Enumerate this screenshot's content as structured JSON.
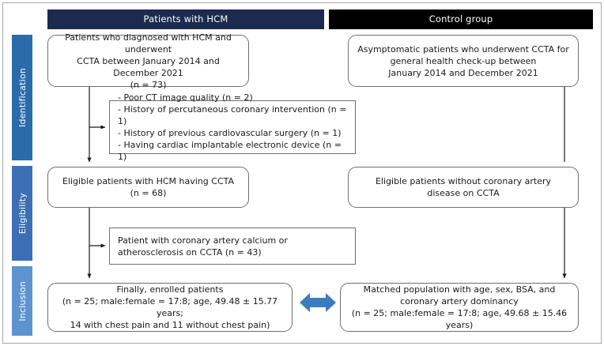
{
  "figure": {
    "type": "study-flowchart",
    "title_bars": {
      "left": {
        "label": "Patients with HCM",
        "color": "#1b2a4e"
      },
      "right": {
        "label": "Control group",
        "color": "#000000"
      }
    },
    "stages": [
      {
        "label": "Identification",
        "color": "#2a6cab"
      },
      {
        "label": "Eligibility",
        "color": "#3c6fb5"
      },
      {
        "label": "Inclusion",
        "color": "#5d93cf"
      }
    ],
    "boxes": {
      "hcm_identification": {
        "line1": "Patients who diagnosed with HCM and underwent",
        "line2": "CCTA between January 2014 and December 2021",
        "line3": "(n = 73)"
      },
      "control_identification": {
        "line1": "Asymptomatic patients who underwent CCTA for",
        "line2": "general health check-up between",
        "line3": "January 2014 and December 2021"
      },
      "exclusion_1": {
        "items": [
          "- Poor CT image quality (n = 2)",
          "- History of percutaneous coronary intervention (n = 1)",
          "- History of previous cardiovascular surgery (n = 1)",
          "- Having cardiac implantable electronic device (n = 1)"
        ]
      },
      "hcm_eligible": {
        "line1": "Eligible patients with HCM having CCTA",
        "line2": "(n = 68)"
      },
      "control_eligible": {
        "line1": "Eligible patients without coronary artery",
        "line2": "disease on CCTA"
      },
      "exclusion_2": {
        "line1": "Patient with coronary artery calcium or",
        "line2": "atherosclerosis on CCTA (n = 43)"
      },
      "hcm_final": {
        "line1": "Finally, enrolled patients",
        "line2": "(n = 25; male:female = 17:8; age, 49.48 ± 15.77 years;",
        "line3": "14 with chest pain and 11 without chest pain)"
      },
      "control_final": {
        "line1": "Matched population with age, sex, BSA, and",
        "line2": "coronary artery dominancy",
        "line3": "(n = 25; male:female = 17:8; age, 49.68 ± 15.46 years)"
      }
    },
    "connectors": {
      "comparison_arrow_color": "#3b7cbf",
      "flow_line_color": "#1a1a1a"
    }
  }
}
